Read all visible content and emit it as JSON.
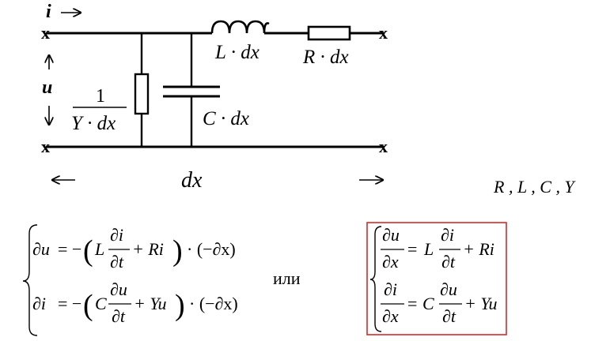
{
  "circuit": {
    "current_label": "i",
    "voltage_label": "u",
    "inductor_label": "L · dx",
    "resistor_label": "R · dx",
    "capacitor_label": "C · dx",
    "conductance_numerator": "1",
    "conductance_denominator": "Y · dx",
    "length_label": "dx",
    "terminal_mark": "x"
  },
  "parameters_text": "R , L , C , Y",
  "left_system": {
    "eq1": {
      "lhs": "∂u",
      "coef": "L",
      "num": "∂i",
      "den": "∂t",
      "tail": "+ Ri",
      "factor": "· (−∂x)"
    },
    "eq2": {
      "lhs": "∂i",
      "coef": "C",
      "num": "∂u",
      "den": "∂t",
      "tail": "+ Yu",
      "factor": "· (−∂x)"
    }
  },
  "connector_word": "или",
  "right_system": {
    "eq1": {
      "lhs_num": "∂u",
      "lhs_den": "∂x",
      "coef": "L",
      "num": "∂i",
      "den": "∂t",
      "tail": "+ Ri"
    },
    "eq2": {
      "lhs_num": "∂i",
      "lhs_den": "∂x",
      "coef": "C",
      "num": "∂u",
      "den": "∂t",
      "tail": "+ Yu"
    }
  },
  "colors": {
    "ink": "#000000",
    "highlight_box": "#d42a2a"
  }
}
